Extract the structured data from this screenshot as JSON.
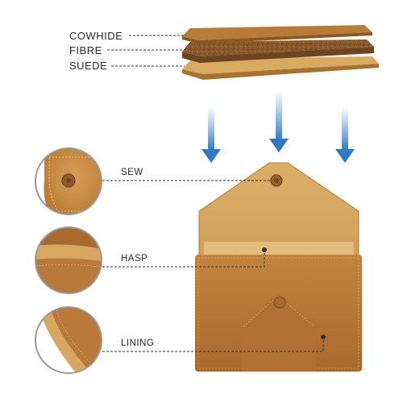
{
  "layers": {
    "cowhide_label": "COWHIDE",
    "fibre_label": "FIBRE",
    "suede_label": "SUEDE"
  },
  "details": {
    "sew_label": "SEW",
    "hasp_label": "HASP",
    "lining_label": "LINING"
  },
  "icons": {
    "arrow": "down-arrow-icon",
    "button": "snap-button-icon",
    "pin": "pin-marker-icon"
  },
  "colors": {
    "leather": "#b87a38",
    "leather_dark": "#9a6128",
    "suede": "#d8a960",
    "fibre": "#8a5a2c",
    "arrow": "#2f78c4",
    "callout_line": "#333333"
  }
}
